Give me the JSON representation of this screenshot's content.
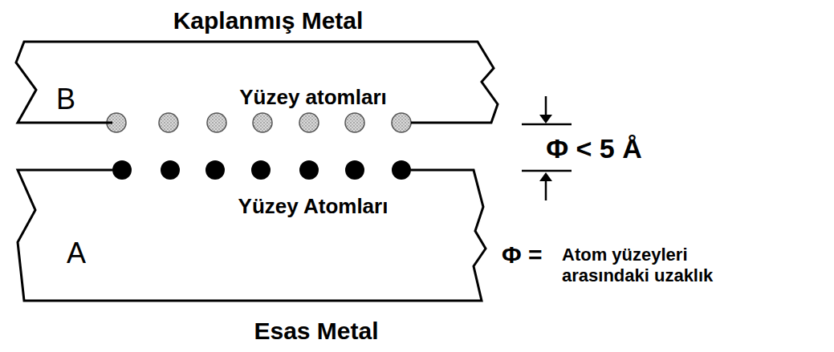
{
  "diagram": {
    "nodes": [
      {
        "text": [
          "Kaplanmış Metal",
          "B",
          "Yüzey atomları"
        ]
      },
      {
        "text": [
          "Yüzey Atomları",
          "A",
          "Esas Metal"
        ]
      }
    ],
    "labels": [
      "Φ < 5 Å",
      "Φ =",
      "Atom yüzeyleri arasındaki uzaklık"
    ]
  }
}
